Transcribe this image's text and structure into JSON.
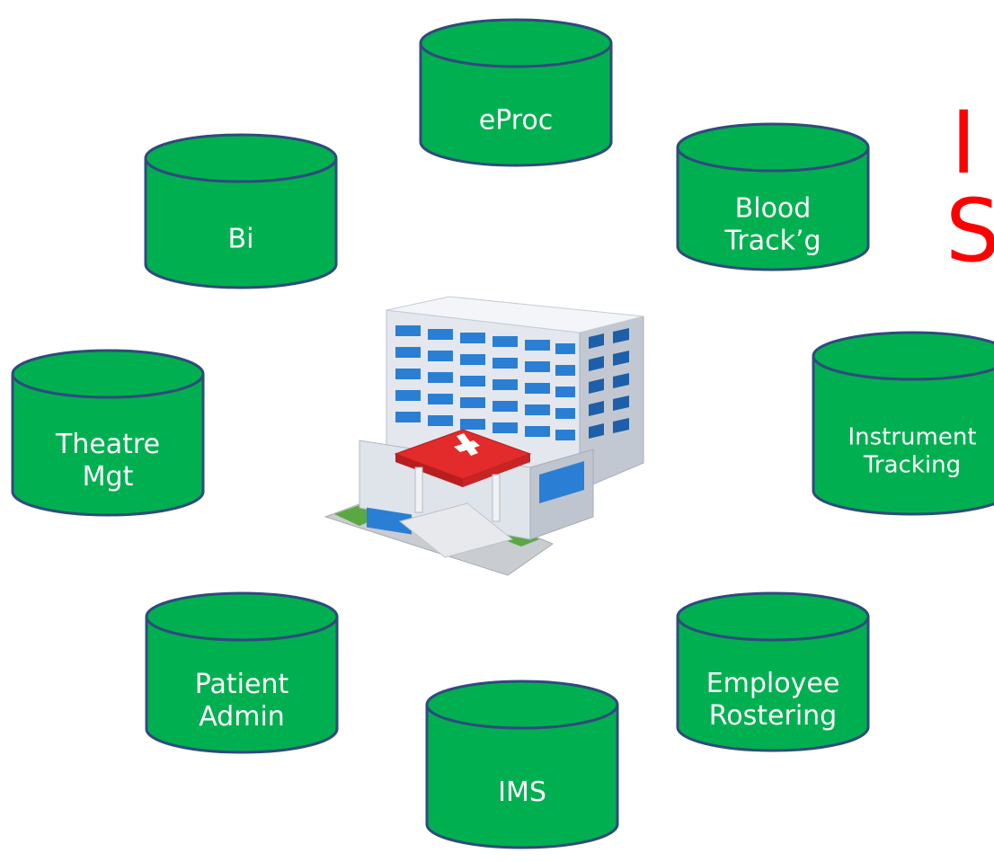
{
  "colors": {
    "cylinder_fill": "#00b050",
    "cylinder_stroke": "#2f4b7c",
    "label_text": "#ffffff",
    "title_text": "#ff0000"
  },
  "title_partial": {
    "line1": "I",
    "line2": "S"
  },
  "building": {
    "icon": "hospital-building-icon"
  },
  "databases": [
    {
      "id": "eproc",
      "lines": [
        "eProc"
      ]
    },
    {
      "id": "blood-tracking",
      "lines": [
        "Blood",
        "Track’g"
      ]
    },
    {
      "id": "instrument-tracking",
      "lines": [
        "Instrument",
        "Tracking"
      ]
    },
    {
      "id": "employee-rostering",
      "lines": [
        "Employee",
        "Rostering"
      ]
    },
    {
      "id": "ims",
      "lines": [
        "IMS"
      ]
    },
    {
      "id": "patient-admin",
      "lines": [
        "Patient",
        "Admin"
      ]
    },
    {
      "id": "theatre-mgt",
      "lines": [
        "Theatre",
        "Mgt"
      ]
    },
    {
      "id": "bi",
      "lines": [
        "Bi"
      ]
    }
  ]
}
